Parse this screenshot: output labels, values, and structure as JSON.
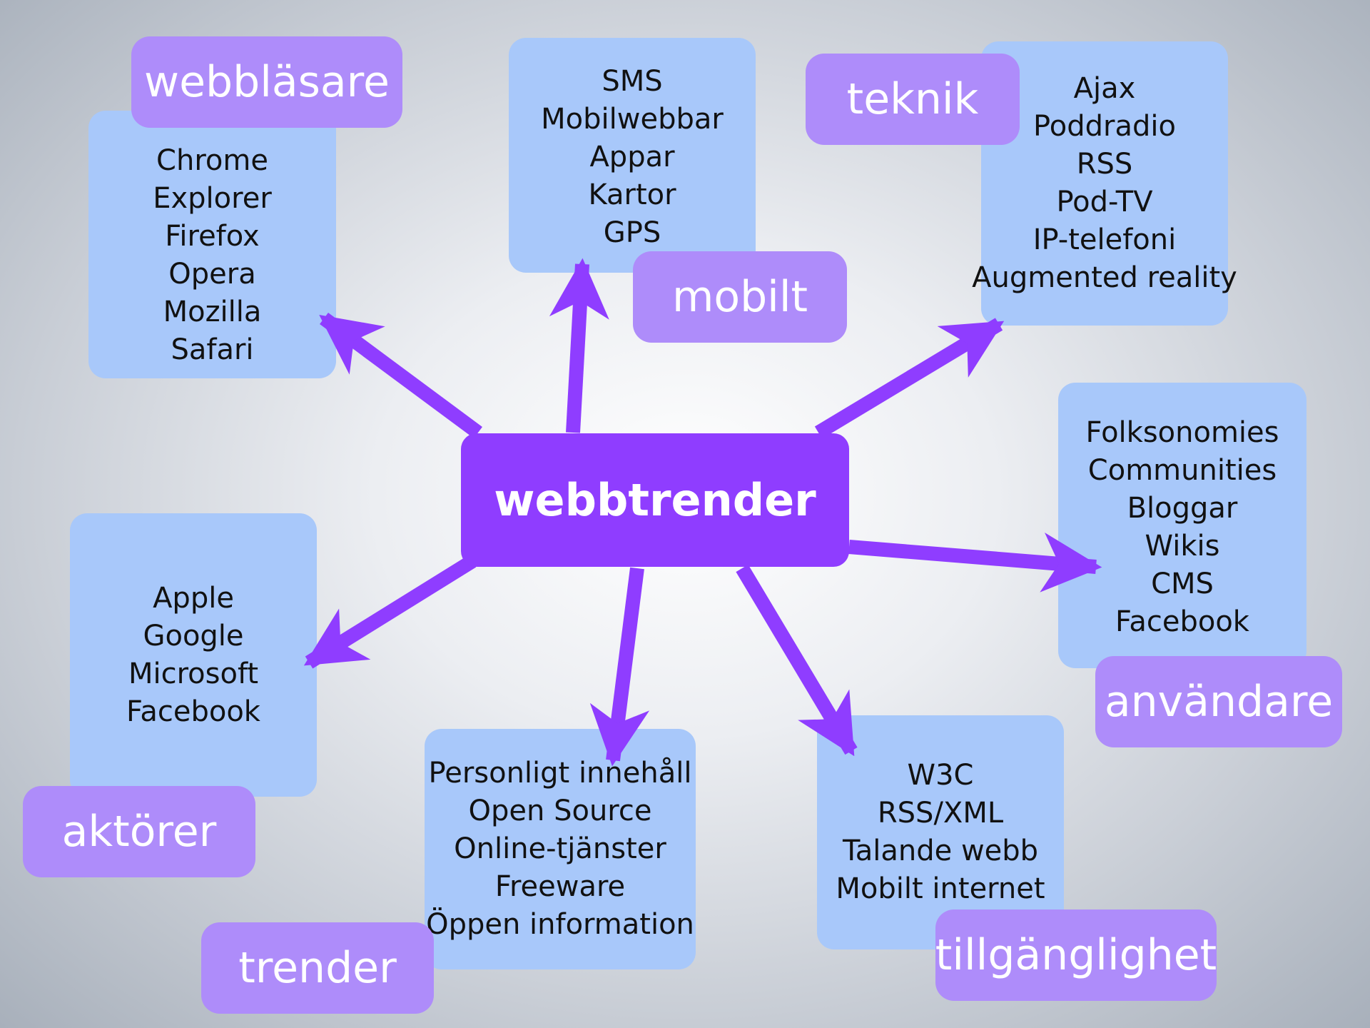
{
  "colors": {
    "item_box": "#a8c8fa",
    "category_tag": "#ae8cfa",
    "hub": "#8f3dff",
    "arrow": "#8f3dff"
  },
  "center": {
    "label": "webbtrender"
  },
  "groups": {
    "webblasare": {
      "label": "webbläsare",
      "items": [
        "Chrome",
        "Explorer",
        "Firefox",
        "Opera",
        "Mozilla",
        "Safari"
      ]
    },
    "mobilt": {
      "label": "mobilt",
      "items": [
        "SMS",
        "Mobilwebbar",
        "Appar",
        "Kartor",
        "GPS"
      ]
    },
    "teknik": {
      "label": "teknik",
      "items": [
        "Ajax",
        "Poddradio",
        "RSS",
        "Pod-TV",
        "IP-telefoni",
        "Augmented reality"
      ]
    },
    "anvandare": {
      "label": "användare",
      "items": [
        "Folksonomies",
        "Communities",
        "Bloggar",
        "Wikis",
        "CMS",
        "Facebook"
      ]
    },
    "aktorer": {
      "label": "aktörer",
      "items": [
        "Apple",
        "Google",
        "Microsoft",
        "Facebook"
      ]
    },
    "trender": {
      "label": "trender",
      "items": [
        "Personligt innehåll",
        "Open Source",
        "Online-tjänster",
        "Freeware",
        "Öppen information"
      ]
    },
    "tillganglighet": {
      "label": "tillgänglighet",
      "items": [
        "W3C",
        "RSS/XML",
        "Talande webb",
        "Mobilt internet"
      ]
    }
  }
}
